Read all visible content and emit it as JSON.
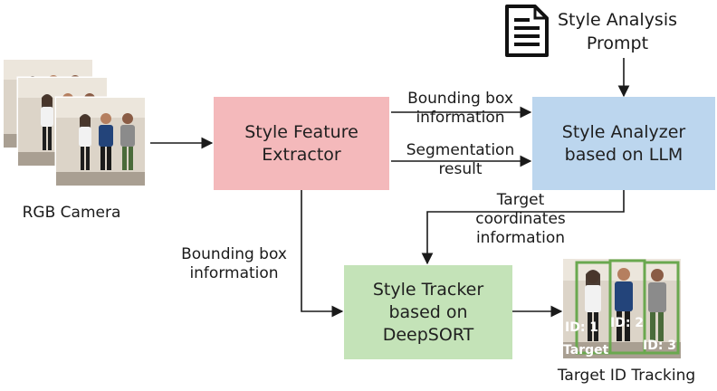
{
  "prompt": {
    "line1": "Style Analysis",
    "line2": "Prompt",
    "icon": "document-icon"
  },
  "camera": {
    "label": "RGB Camera"
  },
  "extractor": {
    "line1": "Style Feature",
    "line2": "Extractor",
    "color": "#f4b9bb"
  },
  "analyzer": {
    "line1": "Style Analyzer",
    "line2": "based on LLM",
    "color": "#bcd6ee"
  },
  "tracker": {
    "line1": "Style Tracker",
    "line2": "based on",
    "line3": "DeepSORT",
    "color": "#c4e3b8"
  },
  "edges": {
    "bbox_top": {
      "line1": "Bounding box",
      "line2": "information"
    },
    "seg": {
      "line1": "Segmentation",
      "line2": "result"
    },
    "target": {
      "line1": "Target",
      "line2": "coordinates",
      "line3": "information"
    },
    "bbox_left": {
      "line1": "Bounding box",
      "line2": "information"
    }
  },
  "output": {
    "ids": [
      "ID: 1",
      "ID: 2",
      "ID: 3"
    ],
    "target_tag": "Target",
    "caption": "Target ID Tracking",
    "box_color": "#6aa84f"
  }
}
